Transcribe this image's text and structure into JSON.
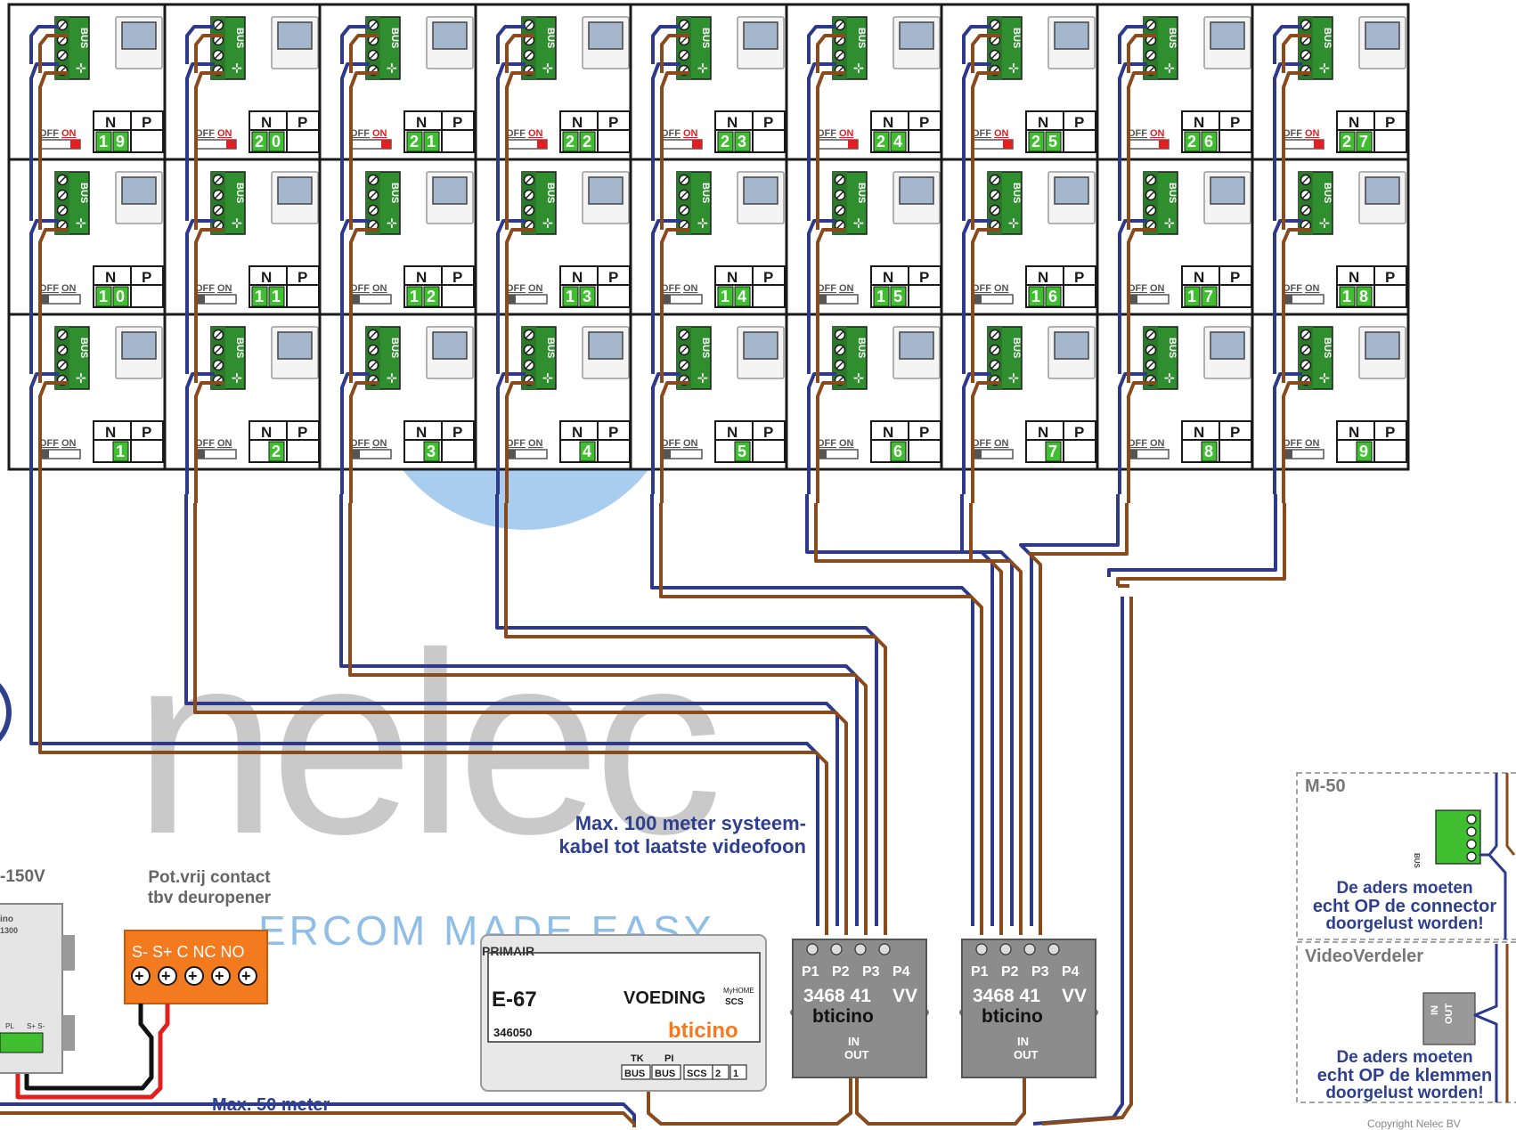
{
  "watermark": {
    "text": "nelec",
    "tagline": "ERCOM MADE EASY"
  },
  "units": [
    {
      "number": "19",
      "switch": "on"
    },
    {
      "number": "20",
      "switch": "on"
    },
    {
      "number": "21",
      "switch": "on"
    },
    {
      "number": "22",
      "switch": "on"
    },
    {
      "number": "23",
      "switch": "on"
    },
    {
      "number": "24",
      "switch": "on"
    },
    {
      "number": "25",
      "switch": "on"
    },
    {
      "number": "26",
      "switch": "on"
    },
    {
      "number": "27",
      "switch": "on"
    },
    {
      "number": "10",
      "switch": "off"
    },
    {
      "number": "11",
      "switch": "off"
    },
    {
      "number": "12",
      "switch": "off"
    },
    {
      "number": "13",
      "switch": "off"
    },
    {
      "number": "14",
      "switch": "off"
    },
    {
      "number": "15",
      "switch": "off"
    },
    {
      "number": "16",
      "switch": "off"
    },
    {
      "number": "17",
      "switch": "off"
    },
    {
      "number": "18",
      "switch": "off"
    },
    {
      "number": "1",
      "switch": "off"
    },
    {
      "number": "2",
      "switch": "off"
    },
    {
      "number": "3",
      "switch": "off"
    },
    {
      "number": "4",
      "switch": "off"
    },
    {
      "number": "5",
      "switch": "off"
    },
    {
      "number": "6",
      "switch": "off"
    },
    {
      "number": "7",
      "switch": "off"
    },
    {
      "number": "8",
      "switch": "off"
    },
    {
      "number": "9",
      "switch": "off"
    }
  ],
  "unit_labels": {
    "bus": "BUS",
    "off": "OFF",
    "on": "ON",
    "n": "N",
    "p": "P"
  },
  "notes": {
    "max_100": [
      "Max. 100 meter systeem-",
      "kabel tot laatste videofoon"
    ],
    "max_50": "Max. 50 meter",
    "voltage": "-150V",
    "pot_vrij": [
      "Pot.vrij contact",
      "tbv deuropener"
    ]
  },
  "relay": {
    "terminals": "S-  S+ C  NC NO"
  },
  "power_supply": {
    "primair": "PRIMAIR",
    "model": "E-67",
    "name": "VOEDING",
    "brand": "bticino",
    "part": "346050",
    "myhome": "MyHOME",
    "scs": "SCS",
    "tk": "TK",
    "pi": "PI",
    "terminals": [
      "BUS",
      "BUS",
      "SCS",
      "2",
      "1"
    ]
  },
  "distributors": [
    {
      "ports": [
        "P1",
        "P2",
        "P3",
        "P4"
      ],
      "model": "3468 41",
      "suffix": "VV",
      "brand": "bticino",
      "in": "IN",
      "out": "OUT"
    },
    {
      "ports": [
        "P1",
        "P2",
        "P3",
        "P4"
      ],
      "model": "3468 41",
      "suffix": "VV",
      "brand": "bticino",
      "in": "IN",
      "out": "OUT"
    }
  ],
  "controller": {
    "brand": "ino",
    "model": "1300",
    "pl": "PL",
    "ss": "S+ S-"
  },
  "legend": {
    "m50_title": "M-50",
    "m50_note": [
      "De aders moeten",
      "echt OP de connector",
      "doorgelust worden!"
    ],
    "vv_title": "VideoVerdeler",
    "vv_note": [
      "De aders moeten",
      "echt OP de klemmen",
      "doorgelust worden!"
    ],
    "vv_in": "IN",
    "vv_out": "OUT"
  },
  "copyright": "Copyright Nelec BV",
  "colors": {
    "blue_wire": "#2d3a8c",
    "brown_wire": "#8b4a1c",
    "green": "#2f8f2f",
    "number_green": "#3fbf2f",
    "orange": "#f47a20",
    "red": "#e02020",
    "gray_device": "#8c8c8c"
  }
}
